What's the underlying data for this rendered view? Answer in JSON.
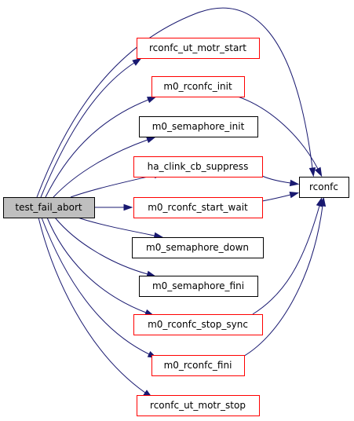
{
  "colors": {
    "edge": "#191970",
    "root_fill": "#bfbfbf",
    "root_border": "#000000",
    "node_fill": "#ffffff",
    "red_border": "#ff0000",
    "black_border": "#000000"
  },
  "nodes": {
    "test_fail_abort": {
      "label": "test_fail_abort",
      "border": "black",
      "fill": "root"
    },
    "rconfc_ut_motr_start": {
      "label": "rconfc_ut_motr_start",
      "border": "red"
    },
    "m0_rconfc_init": {
      "label": "m0_rconfc_init",
      "border": "red"
    },
    "m0_semaphore_init": {
      "label": "m0_semaphore_init",
      "border": "black"
    },
    "ha_clink_cb_suppress": {
      "label": "ha_clink_cb_suppress",
      "border": "red"
    },
    "m0_rconfc_start_wait": {
      "label": "m0_rconfc_start_wait",
      "border": "red"
    },
    "m0_semaphore_down": {
      "label": "m0_semaphore_down",
      "border": "black"
    },
    "m0_semaphore_fini": {
      "label": "m0_semaphore_fini",
      "border": "black"
    },
    "m0_rconfc_stop_sync": {
      "label": "m0_rconfc_stop_sync",
      "border": "red"
    },
    "m0_rconfc_fini": {
      "label": "m0_rconfc_fini",
      "border": "red"
    },
    "rconfc_ut_motr_stop": {
      "label": "rconfc_ut_motr_stop",
      "border": "red"
    },
    "rconfc": {
      "label": "rconfc",
      "border": "black"
    }
  },
  "edges": [
    {
      "from": "test_fail_abort",
      "to": "rconfc"
    },
    {
      "from": "test_fail_abort",
      "to": "rconfc_ut_motr_start"
    },
    {
      "from": "test_fail_abort",
      "to": "m0_rconfc_init"
    },
    {
      "from": "test_fail_abort",
      "to": "m0_semaphore_init"
    },
    {
      "from": "test_fail_abort",
      "to": "ha_clink_cb_suppress"
    },
    {
      "from": "test_fail_abort",
      "to": "m0_rconfc_start_wait"
    },
    {
      "from": "test_fail_abort",
      "to": "m0_semaphore_down"
    },
    {
      "from": "test_fail_abort",
      "to": "m0_semaphore_fini"
    },
    {
      "from": "test_fail_abort",
      "to": "m0_rconfc_stop_sync"
    },
    {
      "from": "test_fail_abort",
      "to": "m0_rconfc_fini"
    },
    {
      "from": "test_fail_abort",
      "to": "rconfc_ut_motr_stop"
    },
    {
      "from": "m0_rconfc_init",
      "to": "rconfc"
    },
    {
      "from": "ha_clink_cb_suppress",
      "to": "rconfc"
    },
    {
      "from": "m0_rconfc_start_wait",
      "to": "rconfc"
    },
    {
      "from": "m0_rconfc_stop_sync",
      "to": "rconfc"
    },
    {
      "from": "m0_rconfc_fini",
      "to": "rconfc"
    }
  ]
}
